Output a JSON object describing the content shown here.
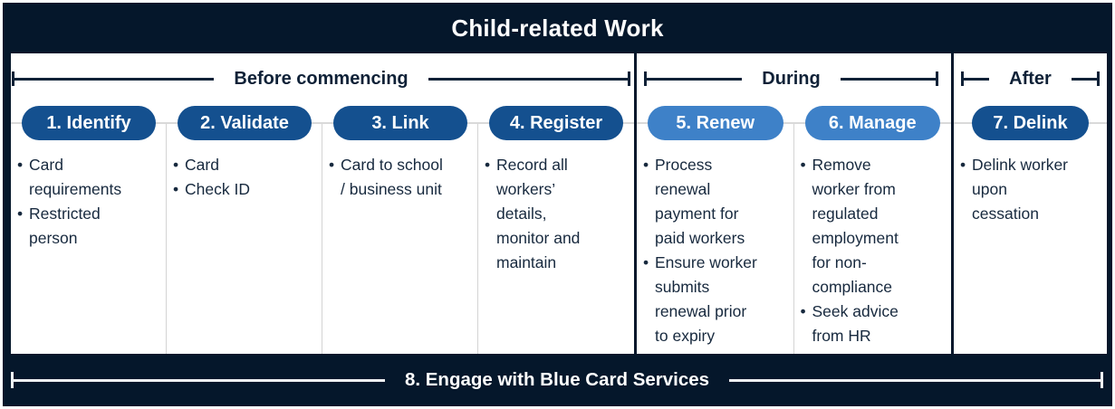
{
  "title": "Child-related Work",
  "colors": {
    "frame_navy": "#05172b",
    "pill_dark_blue": "#14508f",
    "pill_light_blue": "#3e81c8",
    "text_navy": "#17293e",
    "connector_gray": "#d9d9d9"
  },
  "phases": [
    {
      "label": "Before commencing",
      "steps": [
        {
          "label": "1. Identify",
          "bullets": [
            "Card\nrequirements",
            "Restricted\nperson"
          ]
        },
        {
          "label": "2. Validate",
          "bullets": [
            "Card",
            "Check ID"
          ]
        },
        {
          "label": "3. Link",
          "bullets": [
            "Card to school\n/ business unit"
          ]
        },
        {
          "label": "4. Register",
          "bullets": [
            "Record all\nworkers’\ndetails,\nmonitor and\nmaintain"
          ]
        }
      ]
    },
    {
      "label": "During",
      "steps": [
        {
          "label": "5. Renew",
          "bullets": [
            "Process\nrenewal\npayment for\npaid workers",
            "Ensure worker\nsubmits\nrenewal prior\nto expiry"
          ]
        },
        {
          "label": "6. Manage",
          "bullets": [
            "Remove\nworker from\nregulated\nemployment\nfor non-\ncompliance",
            "Seek advice\nfrom HR"
          ]
        }
      ]
    },
    {
      "label": "After",
      "steps": [
        {
          "label": "7. Delink",
          "bullets": [
            "Delink worker\nupon\ncessation"
          ]
        }
      ]
    }
  ],
  "footer": {
    "label": "8. Engage with Blue Card Services"
  }
}
